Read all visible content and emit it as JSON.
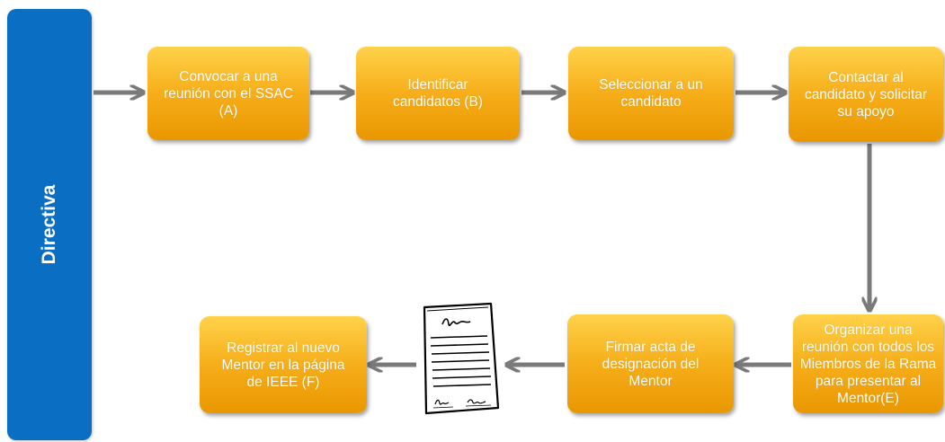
{
  "lane": {
    "label": "Directiva"
  },
  "steps": [
    {
      "id": "A",
      "text": "Convocar a una\nreunión con el SSAC\n(A)"
    },
    {
      "id": "B",
      "text": "Identificar\ncandidatos (B)"
    },
    {
      "id": "C",
      "text": "Seleccionar a un\ncandidato"
    },
    {
      "id": "D",
      "text": "Contactar al\ncandidato y solicitar\nsu apoyo"
    },
    {
      "id": "E",
      "text": "Organizar una\nreunión con todos los\nMiembros de la Rama\npara presentar al\nMentor(E)"
    },
    {
      "id": "G",
      "text": "Firmar acta de\ndesignación del\nMentor"
    },
    {
      "id": "F",
      "text": "Registrar al nuevo\nMentor en la página\nde IEEE (F)"
    }
  ],
  "colors": {
    "lane": "#0a6ec3",
    "box_top": "#ffd24a",
    "box_bottom": "#e99700",
    "arrow": "#7a7a7a"
  },
  "icons": {
    "document": "signed-document-icon"
  }
}
